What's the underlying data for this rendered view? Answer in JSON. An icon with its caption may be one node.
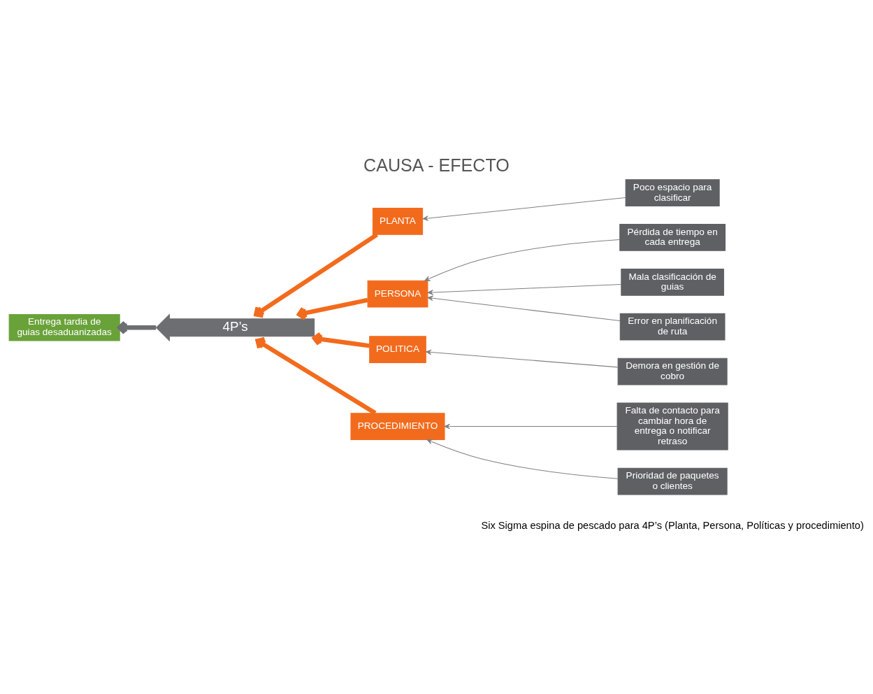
{
  "diagram": {
    "title": "CAUSA - EFECTO",
    "nodes": [
      {
        "text": [
          "Entrega tardia de guias desaduanizadas"
        ]
      },
      {
        "text": [
          "4P’s"
        ]
      },
      {
        "text": [
          "PLANTA"
        ]
      },
      {
        "text": [
          "PERSONA"
        ]
      },
      {
        "text": [
          "POLITICA"
        ]
      },
      {
        "text": [
          "PROCEDIMIENTO"
        ]
      },
      {
        "text": [
          "Poco espacio para clasificar"
        ]
      },
      {
        "text": [
          "Pérdida de tiempo en cada entrega"
        ]
      },
      {
        "text": [
          "Mala clasificación de guias"
        ]
      },
      {
        "text": [
          "Error en planificación de ruta"
        ]
      },
      {
        "text": [
          "Falta de contacto para cambiar hora de entrega o notificar retraso"
        ]
      },
      {
        "text": [
          "Demora en gestión de cobro"
        ]
      },
      {
        "text": [
          "Prioridad de paquetes o clientes"
        ]
      }
    ],
    "edges": [
      {
        "from": 1,
        "to": 0,
        "arrow": "to",
        "style": "thick",
        "color": "#6d6e71"
      },
      {
        "from": 2,
        "to": 1,
        "arrow": "to",
        "style": "thick",
        "color": "#f26b1d"
      },
      {
        "from": 3,
        "to": 1,
        "arrow": "to",
        "style": "thick",
        "color": "#f26b1d"
      },
      {
        "from": 4,
        "to": 1,
        "arrow": "to",
        "style": "thick",
        "color": "#f26b1d"
      },
      {
        "from": 5,
        "to": 1,
        "arrow": "to",
        "style": "thick",
        "color": "#f26b1d"
      },
      {
        "from": 6,
        "to": 2,
        "arrow": "to"
      },
      {
        "from": 7,
        "to": 3,
        "arrow": "to"
      },
      {
        "from": 8,
        "to": 3,
        "arrow": "to"
      },
      {
        "from": 9,
        "to": 3,
        "arrow": "to"
      },
      {
        "from": 10,
        "to": 5,
        "arrow": "to"
      },
      {
        "from": 11,
        "to": 4,
        "arrow": "to"
      },
      {
        "from": 12,
        "to": 5,
        "arrow": "to"
      }
    ],
    "labels": [
      "Six Sigma espina de pescado para 4P’s (Planta, Persona, Políticas y procedimiento)"
    ]
  }
}
